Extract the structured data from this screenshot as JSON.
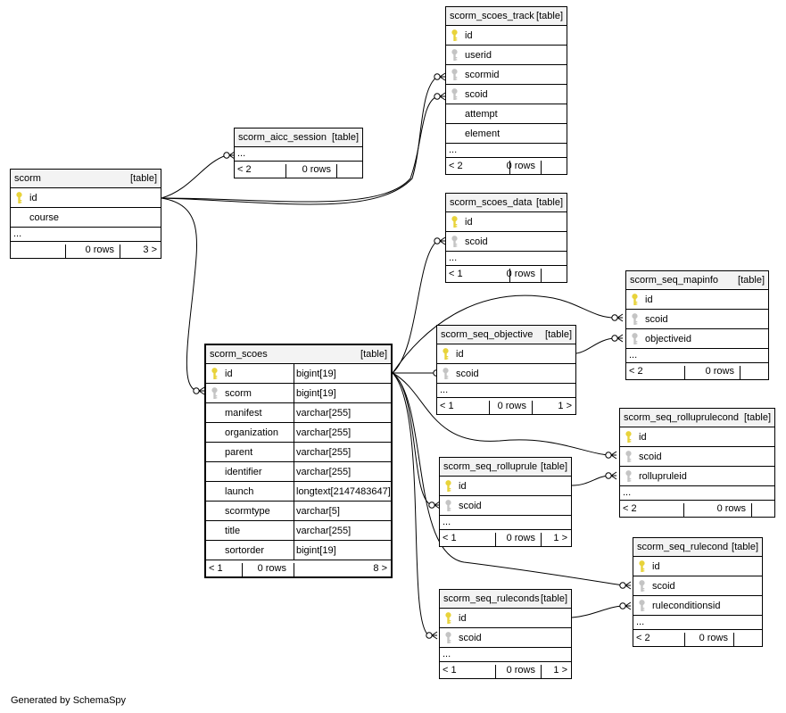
{
  "footer_text": "Generated by SchemaSpy",
  "key_colors": {
    "primary": "#e8d33a",
    "foreign": "#c4c4c4"
  },
  "tables": [
    {
      "id": "scorm",
      "name": "scorm",
      "tag": "[table]",
      "columns": [
        {
          "name": "id",
          "key": "primary"
        },
        {
          "name": "course",
          "key": "none"
        }
      ],
      "more": "...",
      "footer": {
        "parents": "",
        "rows": "0 rows",
        "children": "3 >"
      }
    },
    {
      "id": "scorm_aicc_session",
      "name": "scorm_aicc_session",
      "tag": "[table]",
      "columns": [],
      "more": "...",
      "footer": {
        "parents": "< 2",
        "rows": "0 rows",
        "children": ""
      }
    },
    {
      "id": "scorm_scoes_track",
      "name": "scorm_scoes_track",
      "tag": "[table]",
      "columns": [
        {
          "name": "id",
          "key": "primary"
        },
        {
          "name": "userid",
          "key": "foreign"
        },
        {
          "name": "scormid",
          "key": "foreign"
        },
        {
          "name": "scoid",
          "key": "foreign"
        },
        {
          "name": "attempt",
          "key": "none"
        },
        {
          "name": "element",
          "key": "none"
        }
      ],
      "more": "...",
      "footer": {
        "parents": "< 2",
        "rows": "0 rows",
        "children": ""
      }
    },
    {
      "id": "scorm_scoes_data",
      "name": "scorm_scoes_data",
      "tag": "[table]",
      "columns": [
        {
          "name": "id",
          "key": "primary"
        },
        {
          "name": "scoid",
          "key": "foreign"
        }
      ],
      "more": "...",
      "footer": {
        "parents": "< 1",
        "rows": "0 rows",
        "children": ""
      }
    },
    {
      "id": "scorm_scoes",
      "name": "scorm_scoes",
      "tag": "[table]",
      "columns": [
        {
          "name": "id",
          "key": "primary",
          "type": "bigint[19]"
        },
        {
          "name": "scorm",
          "key": "foreign",
          "type": "bigint[19]"
        },
        {
          "name": "manifest",
          "key": "none",
          "type": "varchar[255]"
        },
        {
          "name": "organization",
          "key": "none",
          "type": "varchar[255]"
        },
        {
          "name": "parent",
          "key": "none",
          "type": "varchar[255]"
        },
        {
          "name": "identifier",
          "key": "none",
          "type": "varchar[255]"
        },
        {
          "name": "launch",
          "key": "none",
          "type": "longtext[2147483647]"
        },
        {
          "name": "scormtype",
          "key": "none",
          "type": "varchar[5]"
        },
        {
          "name": "title",
          "key": "none",
          "type": "varchar[255]"
        },
        {
          "name": "sortorder",
          "key": "none",
          "type": "bigint[19]"
        }
      ],
      "footer": {
        "parents": "< 1",
        "rows": "0 rows",
        "children": "8 >"
      }
    },
    {
      "id": "scorm_seq_mapinfo",
      "name": "scorm_seq_mapinfo",
      "tag": "[table]",
      "columns": [
        {
          "name": "id",
          "key": "primary"
        },
        {
          "name": "scoid",
          "key": "foreign"
        },
        {
          "name": "objectiveid",
          "key": "foreign"
        }
      ],
      "more": "...",
      "footer": {
        "parents": "< 2",
        "rows": "0 rows",
        "children": ""
      }
    },
    {
      "id": "scorm_seq_objective",
      "name": "scorm_seq_objective",
      "tag": "[table]",
      "columns": [
        {
          "name": "id",
          "key": "primary"
        },
        {
          "name": "scoid",
          "key": "foreign"
        }
      ],
      "more": "...",
      "footer": {
        "parents": "< 1",
        "rows": "0 rows",
        "children": "1 >"
      }
    },
    {
      "id": "scorm_seq_rolluprulecond",
      "name": "scorm_seq_rolluprulecond",
      "tag": "[table]",
      "columns": [
        {
          "name": "id",
          "key": "primary"
        },
        {
          "name": "scoid",
          "key": "foreign"
        },
        {
          "name": "rollupruleid",
          "key": "foreign"
        }
      ],
      "more": "...",
      "footer": {
        "parents": "< 2",
        "rows": "0 rows",
        "children": ""
      }
    },
    {
      "id": "scorm_seq_rolluprule",
      "name": "scorm_seq_rolluprule",
      "tag": "[table]",
      "columns": [
        {
          "name": "id",
          "key": "primary"
        },
        {
          "name": "scoid",
          "key": "foreign"
        }
      ],
      "more": "...",
      "footer": {
        "parents": "< 1",
        "rows": "0 rows",
        "children": "1 >"
      }
    },
    {
      "id": "scorm_seq_rulecond",
      "name": "scorm_seq_rulecond",
      "tag": "[table]",
      "columns": [
        {
          "name": "id",
          "key": "primary"
        },
        {
          "name": "scoid",
          "key": "foreign"
        },
        {
          "name": "ruleconditionsid",
          "key": "foreign"
        }
      ],
      "more": "...",
      "footer": {
        "parents": "< 2",
        "rows": "0 rows",
        "children": ""
      }
    },
    {
      "id": "scorm_seq_ruleconds",
      "name": "scorm_seq_ruleconds",
      "tag": "[table]",
      "columns": [
        {
          "name": "id",
          "key": "primary"
        },
        {
          "name": "scoid",
          "key": "foreign"
        }
      ],
      "more": "...",
      "footer": {
        "parents": "< 1",
        "rows": "0 rows",
        "children": "1 >"
      }
    }
  ]
}
